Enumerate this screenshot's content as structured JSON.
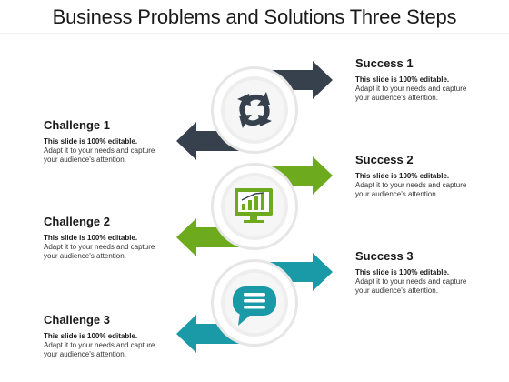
{
  "title": "Business Problems and Solutions Three Steps",
  "colors": {
    "dark": "#36414d",
    "green": "#6eaa1e",
    "teal": "#1a9aa6",
    "circle_outer": "#e8e8e8",
    "circle_inner": "#f4f4f4"
  },
  "steps": [
    {
      "challenge": {
        "heading": "Challenge 1",
        "bold": "This slide is 100% editable.",
        "body": "Adapt it to your needs and capture your audience's attention."
      },
      "success": {
        "heading": "Success 1",
        "bold": "This slide is 100% editable.",
        "body": "Adapt it to your needs and capture your audience's attention."
      },
      "icon": "refresh-cycle-icon",
      "color": "dark"
    },
    {
      "challenge": {
        "heading": "Challenge 2",
        "bold": "This slide is 100% editable.",
        "body": "Adapt it to your needs and capture your audience's attention."
      },
      "success": {
        "heading": "Success 2",
        "bold": "This slide is 100% editable.",
        "body": "Adapt it to your needs and capture your audience's attention."
      },
      "icon": "growth-chart-monitor-icon",
      "color": "green"
    },
    {
      "challenge": {
        "heading": "Challenge 3",
        "bold": "This slide is 100% editable.",
        "body": "Adapt it to your needs and capture your audience's attention."
      },
      "success": {
        "heading": "Success 3",
        "bold": "This slide is 100% editable.",
        "body": "Adapt it to your needs and capture your audience's attention."
      },
      "icon": "chat-bubble-icon",
      "color": "teal"
    }
  ]
}
